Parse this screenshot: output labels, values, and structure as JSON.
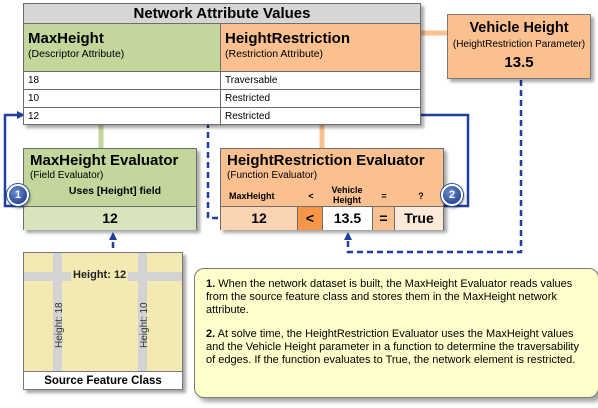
{
  "network_attribute_table": {
    "title": "Network Attribute Values",
    "col1_name": "MaxHeight",
    "col1_type": "(Descriptor Attribute)",
    "col2_name": "HeightRestriction",
    "col2_type": "(Restriction Attribute)",
    "rows": [
      {
        "max_height": "18",
        "restriction": "Traversable"
      },
      {
        "max_height": "10",
        "restriction": "Restricted"
      },
      {
        "max_height": "12",
        "restriction": "Restricted"
      }
    ]
  },
  "vehicle_height": {
    "title": "Vehicle Height",
    "subtitle": "(HeightRestriction Parameter)",
    "value": "13.5"
  },
  "maxheight_evaluator": {
    "title": "MaxHeight Evaluator",
    "subtitle": "(Field Evaluator)",
    "expression": "Uses [Height] field",
    "value": "12"
  },
  "heightrestriction_evaluator": {
    "title": "HeightRestriction Evaluator",
    "subtitle": "(Function Evaluator)",
    "labels": {
      "operand1": "MaxHeight",
      "operator": "<",
      "operand2": "Vehicle Height",
      "equals": "=",
      "result": "?"
    },
    "cells": {
      "operand1": "12",
      "operator": "<",
      "operand2": "13.5",
      "equals": "=",
      "result": "True"
    }
  },
  "markers": {
    "step1": "1",
    "step2": "2"
  },
  "source_feature_class": {
    "horizontal_road_label": "Height: 12",
    "left_road_label": "Height: 18",
    "right_road_label": "Height: 10",
    "title": "Source Feature Class"
  },
  "notes": {
    "note1_number": "1.",
    "note1_text": "When the network dataset is built, the MaxHeight Evaluator reads values from the source feature class and stores them in the MaxHeight network attribute.",
    "note2_number": "2.",
    "note2_text": "At solve time, the HeightRestriction Evaluator uses the MaxHeight values and the Vehicle Height parameter in a function to determine the traversability of edges. If the function evaluates to True, the network element is restricted."
  },
  "colors": {
    "descriptor_green": "#c3d69b",
    "restriction_orange": "#fac090",
    "arrow_blue": "#1f3fa0",
    "note_yellow": "#ffffcc",
    "source_tan": "#f3e9b3",
    "marker_blue": "#2a4b9a"
  }
}
